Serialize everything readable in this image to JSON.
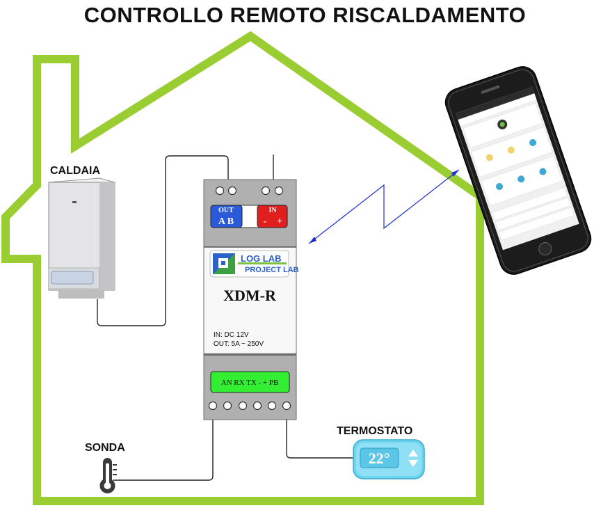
{
  "title": "CONTROLLO REMOTO RISCALDAMENTO",
  "labels": {
    "boiler": "CALDAIA",
    "probe": "SONDA",
    "thermostat": "TERMOSTATO"
  },
  "device": {
    "model": "XDM-R",
    "logo_top": "LOG LAB",
    "logo_bottom": "PROJECT LAB",
    "out_label": "OUT",
    "out_pins": "A B",
    "in_label": "IN",
    "in_minus": "-",
    "in_plus": "+",
    "spec_in": "IN: DC 12V",
    "spec_out": "OUT: 5A ~ 250V",
    "bottom_pins": "AN RX TX - + PB"
  },
  "thermostat_display": "22°",
  "colors": {
    "house_outline": "#9acd32",
    "out_block": "#2a5ad8",
    "in_block": "#e01e1e",
    "pins_block": "#33ee33",
    "thermostat_body": "#6fd4ee",
    "wireless_link": "#1e2fd0"
  },
  "icons": {
    "boiler": "boiler-icon",
    "probe": "thermometer-icon",
    "thermostat": "thermostat-icon",
    "phone": "smartphone-icon"
  }
}
